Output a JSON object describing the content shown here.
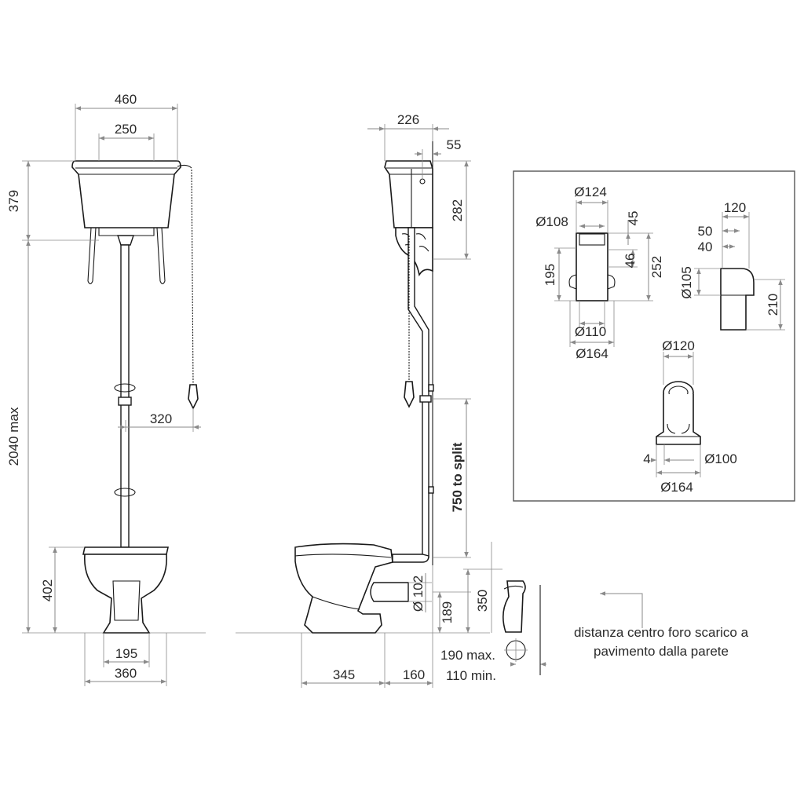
{
  "front_view": {
    "width_top": "460",
    "width_cistern": "250",
    "cistern_height": "379",
    "total_height": "2040 max",
    "chain_offset": "320",
    "pan_height": "402",
    "base_width": "195",
    "pan_width": "360"
  },
  "side_view": {
    "cistern_depth": "226",
    "flush_offset": "55",
    "cistern_drop": "282",
    "split_height": "750 to split",
    "pan_depth": "345",
    "rear_offset": "160",
    "outlet_diameter": "Ø 102",
    "outlet_height": "189",
    "outlet_total": "350",
    "wall_max": "190 max.",
    "wall_min": "110 min."
  },
  "note": {
    "line1": "distanza centro foro scarico a",
    "line2": "pavimento dalla parete"
  },
  "detail_box": {
    "d124": "Ø124",
    "d108": "Ø108",
    "h45": "45",
    "h195": "195",
    "h46": "46",
    "h252": "252",
    "d110": "Ø110",
    "d164_top": "Ø164",
    "w120_top": "120",
    "h50": "50",
    "h40": "40",
    "d105": "Ø105",
    "h210": "210",
    "d120": "Ø120",
    "w4": "4",
    "d100": "Ø100",
    "d164_bottom": "Ø164"
  }
}
